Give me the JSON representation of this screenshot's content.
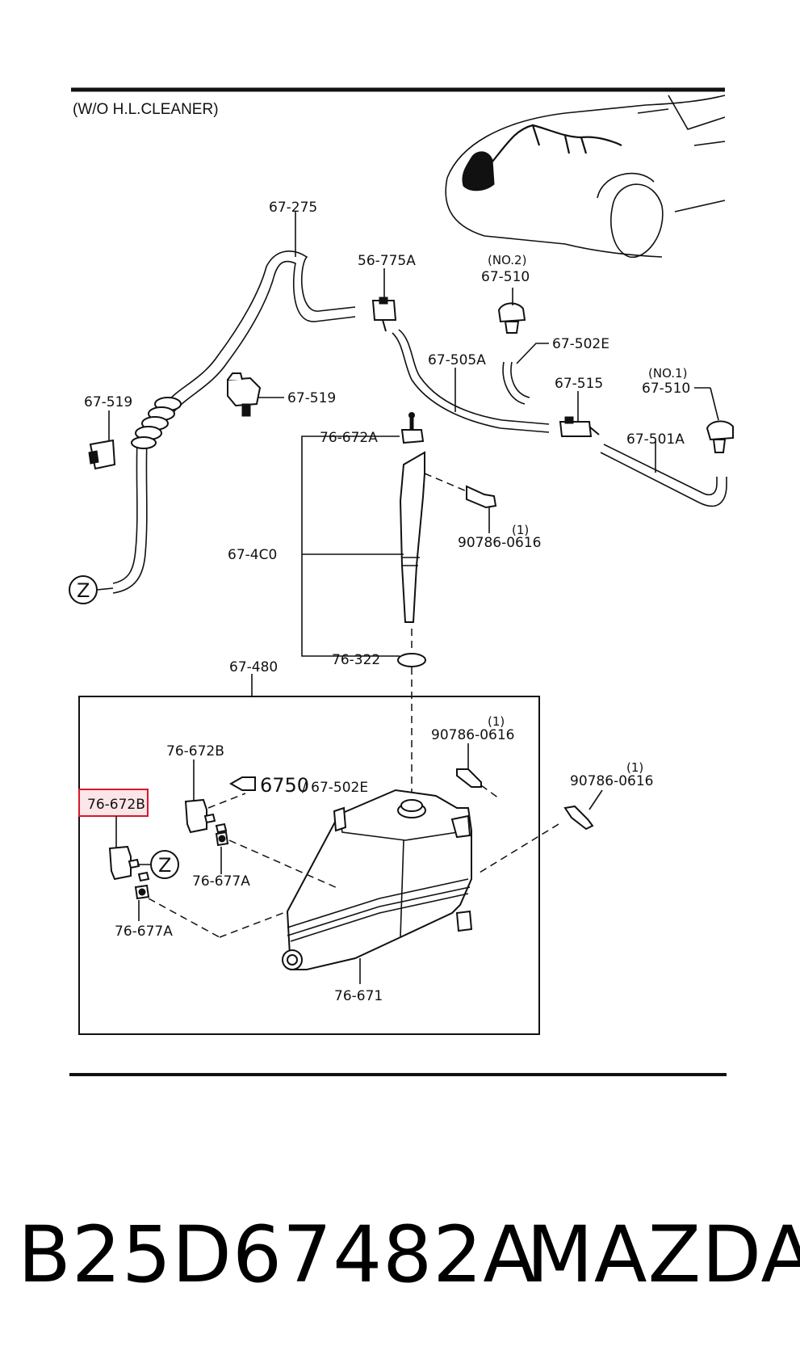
{
  "header": {
    "title": "(W/O H.L.CLEANER)"
  },
  "labels": {
    "hose_top": "67-275",
    "clip_left": "67-519",
    "clip_mid": "67-519",
    "joint_top": "56-775A",
    "nozzle2_no": "(NO.2)",
    "nozzle2": "67-510",
    "hose_502e": "67-502E",
    "hose_505a": "67-505A",
    "joint_515": "67-515",
    "nozzle1_no": "(NO.1)",
    "nozzle1": "67-510",
    "hose_501a": "67-501A",
    "cap": "76-672A",
    "bolt_top_qty": "(1)",
    "bolt_top": "90786-0616",
    "filler_pipe": "67-4C0",
    "oring": "76-322",
    "assembly": "67-480",
    "bolt_mid_qty": "(1)",
    "bolt_mid": "90786-0616",
    "bolt_right_qty": "(1)",
    "bolt_right": "90786-0616",
    "motor_upper": "76-672B",
    "ref_number": "6750",
    "ref_suffix": "/ 67-502E",
    "motor_lower_highlighted": "76-672B",
    "grommet_upper": "76-677A",
    "grommet_lower": "76-677A",
    "tank": "76-671",
    "callout_z": "Z"
  },
  "footer": {
    "part_number": "B25D67482A",
    "brand": "MAZDA"
  },
  "colors": {
    "ink": "#111111",
    "highlight_border": "#d31a2a",
    "highlight_fill": "rgba(230,0,30,0.10)",
    "background": "#ffffff"
  }
}
